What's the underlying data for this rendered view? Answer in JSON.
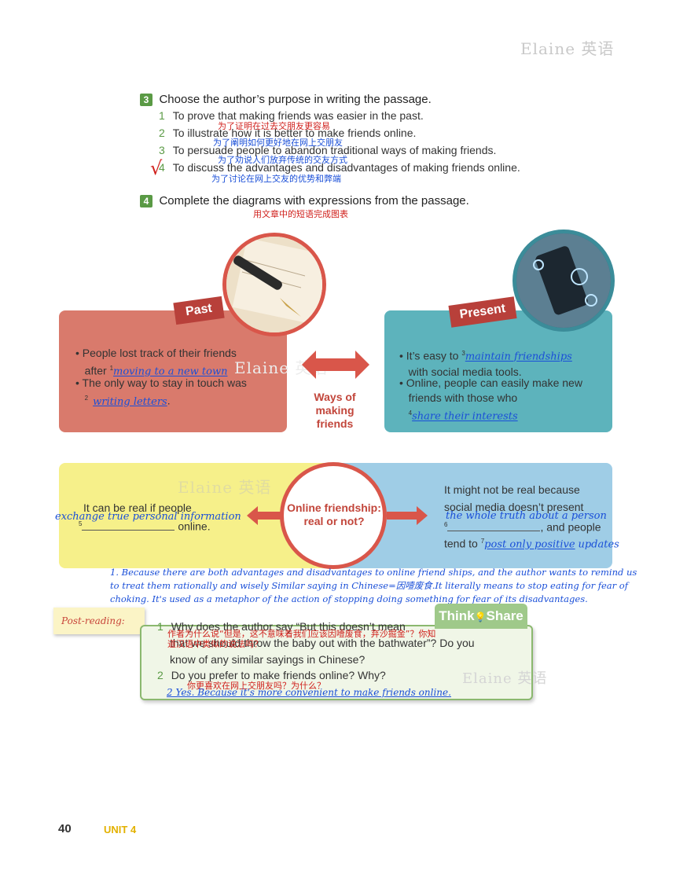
{
  "watermark": "Elaine 英语",
  "q3": {
    "number": "3",
    "title": "Choose the author’s purpose in writing the passage.",
    "options": [
      {
        "num": "1",
        "text": "To prove that making friends was easier in the past.",
        "note": "为了证明在过去交朋友更容易"
      },
      {
        "num": "2",
        "text": "To illustrate how it is better to make friends online.",
        "note": "为了阐明如何更好地在网上交朋友"
      },
      {
        "num": "3",
        "text": "To persuade people to abandon traditional ways of making friends.",
        "note": "为了劝说人们放弃传统的交友方式"
      },
      {
        "num": "4",
        "text": "To discuss the advantages and disadvantages of making friends online.",
        "note": "为了讨论在网上交友的优势和弊端"
      }
    ],
    "check": "√"
  },
  "q4": {
    "number": "4",
    "title": "Complete the diagrams with expressions from the passage.",
    "note": "用文章中的短语完成图表"
  },
  "diagram1": {
    "past_label": "Past",
    "present_label": "Present",
    "center_label": "Ways of making friends",
    "past_b1_a": "People lost track of their friends",
    "past_b1_b": "after",
    "past_sup1": "1",
    "past_ans1": "moving to a new town",
    "past_b2": "The only way to stay in touch was",
    "past_sup2": "2",
    "past_ans2": "writing letters",
    "present_b1": "It’s easy to",
    "present_sup3": "3",
    "present_ans3": "maintain friendships",
    "present_b1_b": "with social media tools.",
    "present_b2_a": "Online, people can easily make new",
    "present_b2_b": "friends with those who",
    "present_sup4": "4",
    "present_ans4": "share their interests"
  },
  "diagram2": {
    "center_line1": "Online friendship:",
    "center_line2": "real or not?",
    "left_a": "It can be real if people",
    "left_sup": "5",
    "left_b": "online.",
    "left_ans": "exchange true personal information",
    "right_a": "It might not be real because",
    "right_b": "social media doesn’t present",
    "right_sup6": "6",
    "right_c": ", and people",
    "right_ans6": "the whole truth about a person",
    "right_d": "tend to",
    "right_sup7": "7",
    "right_ans7": "post only positive",
    "right_e": "updates"
  },
  "handwritten_paragraph": "1. Because there are both advantages and disadvantages to online friend ships, and the author wants to remind us to treat them rationally and wisely Similar saying in Chinese=因噎废食.It literally means to stop eating for fear of choking. It's used as a metaphor of the action of stopping doing something for fear of its disadvantages.",
  "post_reading": "Post-reading:",
  "think_share": {
    "label_a": "Think",
    "label_b": "Share",
    "q1_num": "1",
    "q1_a": "Why does the author say “But this doesn’t mean",
    "q1_b": "that we should throw the baby out with the bathwater”? Do you",
    "q1_c": "know of any similar sayings in Chinese?",
    "q1_note_a": "作者为什么说“但是，这不意味着我们应该因噎废食，弃沙掘金”？你知",
    "q1_note_b": "道汉语中类似的说法吗？",
    "q2_num": "2",
    "q2": "Do you prefer to make friends online? Why?",
    "q2_note": "你更喜欢在网上交朋友吗？为什么？",
    "q2_answer": "2 Yes. Because it's more convenient to make friends online."
  },
  "footer": {
    "page": "40",
    "unit": "UNIT 4"
  },
  "colors": {
    "green": "#5a9a45",
    "past": "#d97a6c",
    "present": "#5db3bc",
    "arrow": "#d9564a",
    "yellow": "#f6f08a",
    "blue": "#9fcde6",
    "ink_blue": "#1a4fd8",
    "ink_red": "#d0201c"
  }
}
